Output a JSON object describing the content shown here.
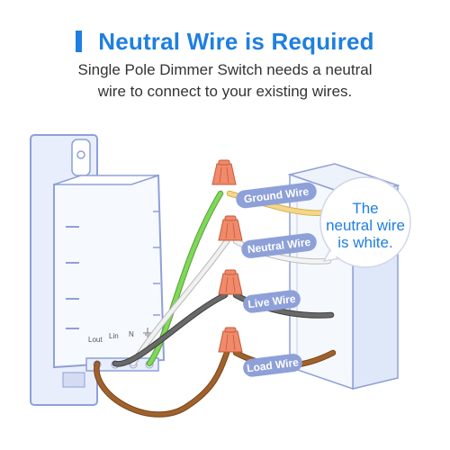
{
  "header": {
    "title": "Neutral Wire is Required",
    "subtitle_line1": "Single Pole Dimmer Switch needs a neutral",
    "subtitle_line2": "wire to connect to your existing wires."
  },
  "wires": {
    "ground": "Ground Wire",
    "neutral": "Neutral Wire",
    "live": "Live Wire",
    "load": "Load Wire"
  },
  "terminals": {
    "lout": "Lout",
    "lin": "Lin",
    "n": "N"
  },
  "callout": {
    "line1": "The",
    "line2": "neutral wire",
    "line3": "is white."
  },
  "colors": {
    "accent": "#1e7fe0",
    "ground_wire": "#7ed957",
    "neutral_wire": "#e8e8e8",
    "live_wire": "#555555",
    "load_wire": "#a0622d",
    "wire_nut": "#f08a6a",
    "label_pill": "#8ea0d8"
  }
}
